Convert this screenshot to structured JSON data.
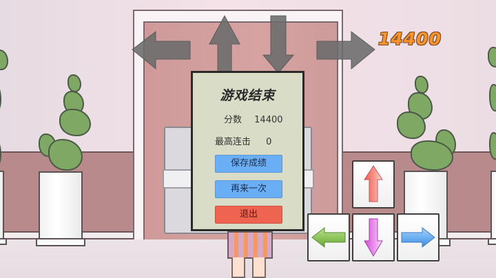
{
  "hud": {
    "score": "14400"
  },
  "game_over_dialog": {
    "title": "游戏结束",
    "score_label": "分数",
    "score_value": "14400",
    "combo_label": "最高连击",
    "combo_value": "0",
    "buttons": [
      {
        "label": "保存成绩",
        "color": "#6aaef5"
      },
      {
        "label": "再来一次",
        "color": "#6aaef5"
      },
      {
        "label": "退出",
        "color": "#ef6351"
      }
    ]
  },
  "direction_prompts": [
    "left-arrow",
    "up-arrow",
    "down-arrow",
    "right-arrow"
  ],
  "control_pad": {
    "up": {
      "icon": "up-arrow-icon",
      "color": "#f0706a"
    },
    "left": {
      "icon": "left-arrow-icon",
      "color": "#7cc44e"
    },
    "down": {
      "icon": "down-arrow-icon",
      "color": "#e06ee6"
    },
    "right": {
      "icon": "right-arrow-icon",
      "color": "#4e9cf0"
    }
  },
  "colors": {
    "score_orange": "#f7932b",
    "dialog_bg": "#d9dcc6",
    "wall": "#ecdde3",
    "wainscot": "#b98a8c"
  }
}
